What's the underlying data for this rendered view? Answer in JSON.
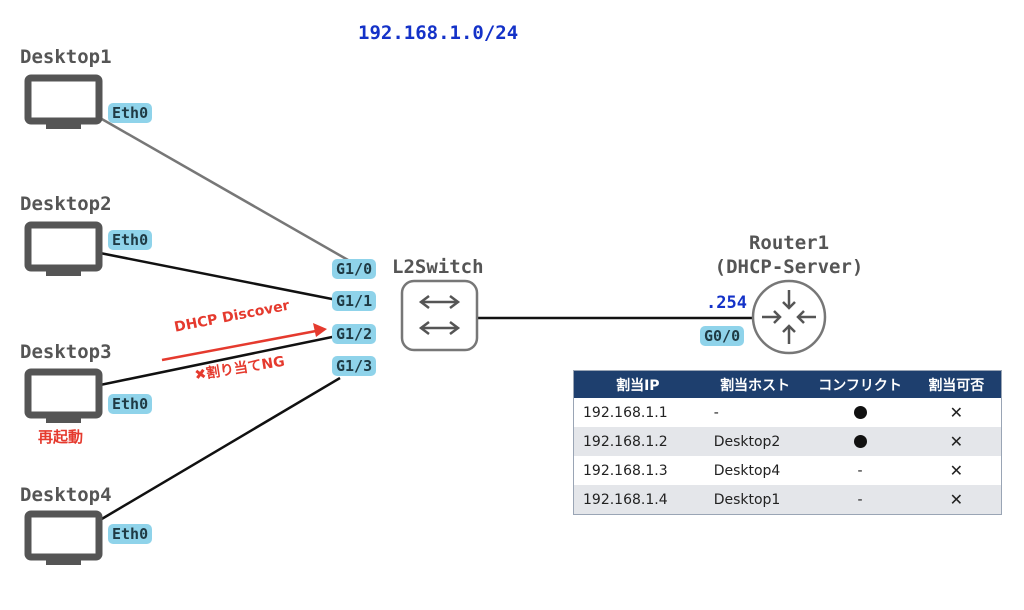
{
  "subnet": "192.168.1.0/24",
  "hosts": [
    {
      "name": "Desktop1",
      "port": "Eth0"
    },
    {
      "name": "Desktop2",
      "port": "Eth0"
    },
    {
      "name": "Desktop3",
      "port": "Eth0"
    },
    {
      "name": "Desktop4",
      "port": "Eth0"
    }
  ],
  "switch": {
    "name": "L2Switch",
    "ports": [
      "G1/0",
      "G1/1",
      "G1/2",
      "G1/3"
    ]
  },
  "router": {
    "name": "Router1",
    "role": "(DHCP-Server)",
    "ip_suffix": ".254",
    "port": "G0/0"
  },
  "annotations": {
    "dhcp_discover": "DHCP Discover",
    "assign_ng": "✖割り当てNG",
    "reboot": "再起動"
  },
  "table": {
    "headers": [
      "割当IP",
      "割当ホスト",
      "コンフリクト",
      "割当可否"
    ],
    "rows": [
      {
        "ip": "192.168.1.1",
        "host": "-",
        "conflict": "●",
        "ok": "✕"
      },
      {
        "ip": "192.168.1.2",
        "host": "Desktop2",
        "conflict": "●",
        "ok": "✕"
      },
      {
        "ip": "192.168.1.3",
        "host": "Desktop4",
        "conflict": "-",
        "ok": "✕"
      },
      {
        "ip": "192.168.1.4",
        "host": "Desktop1",
        "conflict": "-",
        "ok": "✕"
      }
    ]
  },
  "colors": {
    "subnet_text": "#1432c8",
    "port_badge": "#8fd3ea",
    "alert": "#e53a2e",
    "table_header": "#1e3f6e",
    "device": "#555555"
  }
}
